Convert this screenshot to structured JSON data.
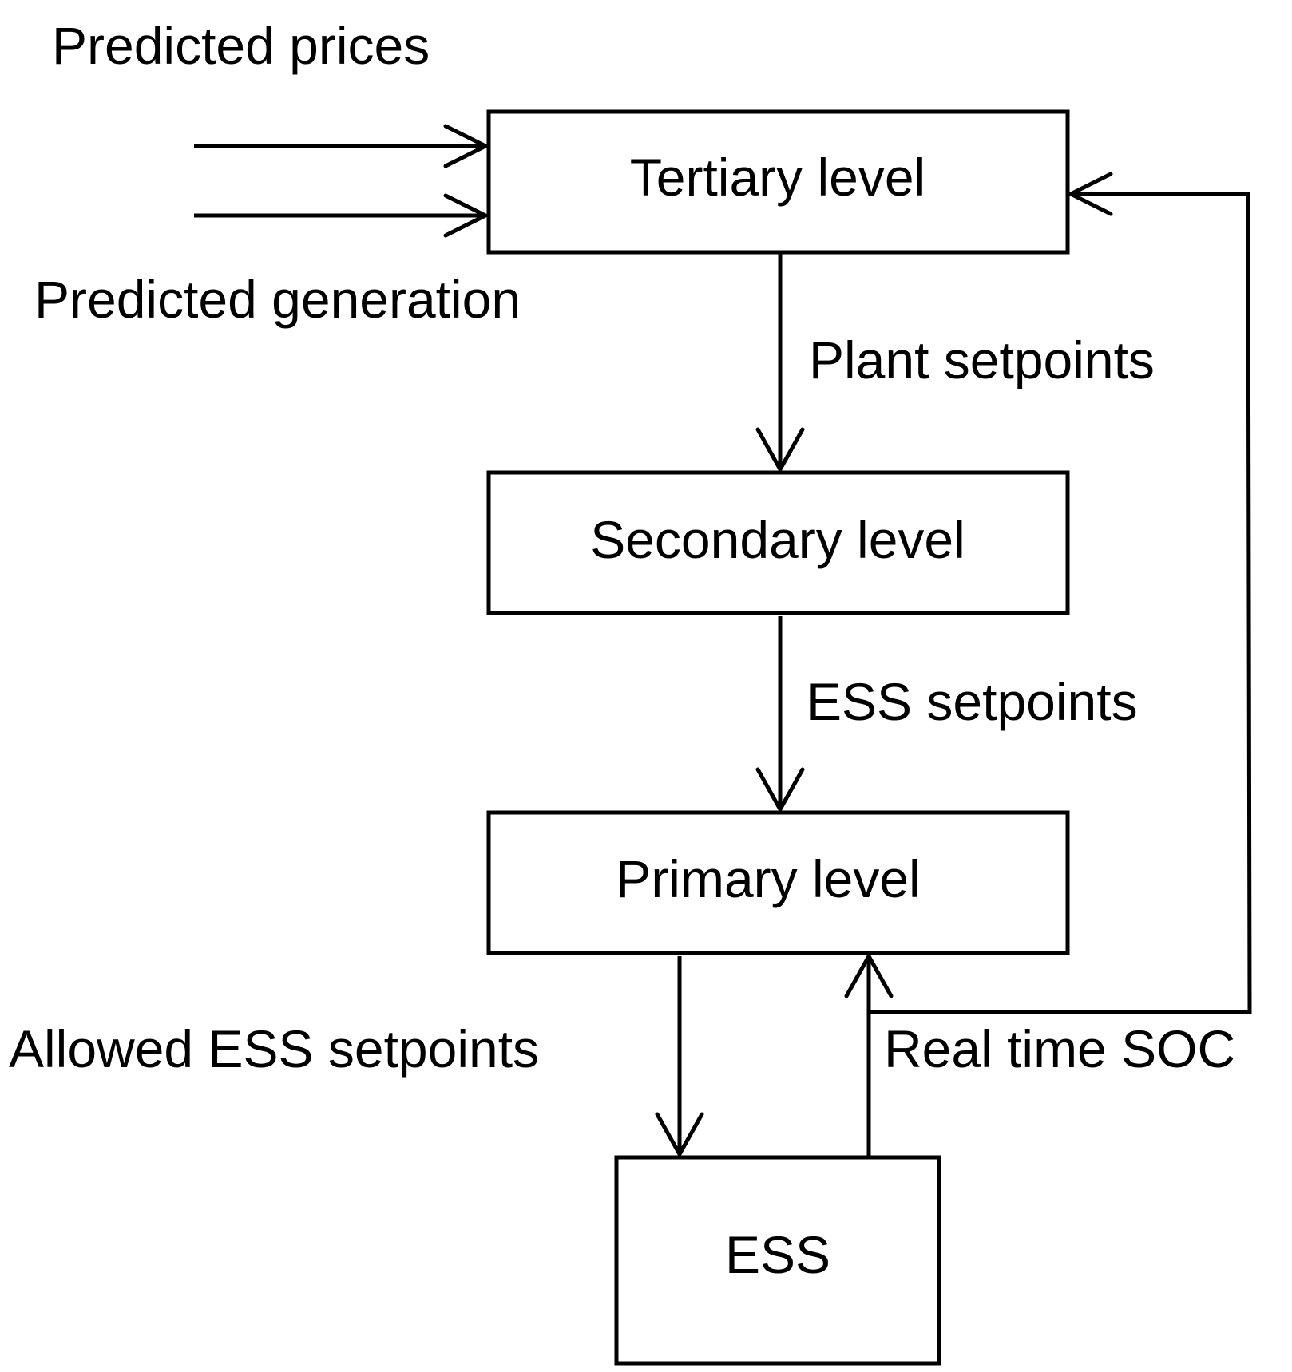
{
  "inputs": {
    "predicted_prices": "Predicted prices",
    "predicted_generation": "Predicted generation"
  },
  "nodes": {
    "tertiary": "Tertiary level",
    "secondary": "Secondary level",
    "primary": "Primary level",
    "ess": "ESS"
  },
  "edges": {
    "plant_setpoints": "Plant setpoints",
    "ess_setpoints": "ESS setpoints",
    "allowed_ess_setpoints": "Allowed ESS setpoints",
    "real_time_soc": "Real time SOC"
  }
}
